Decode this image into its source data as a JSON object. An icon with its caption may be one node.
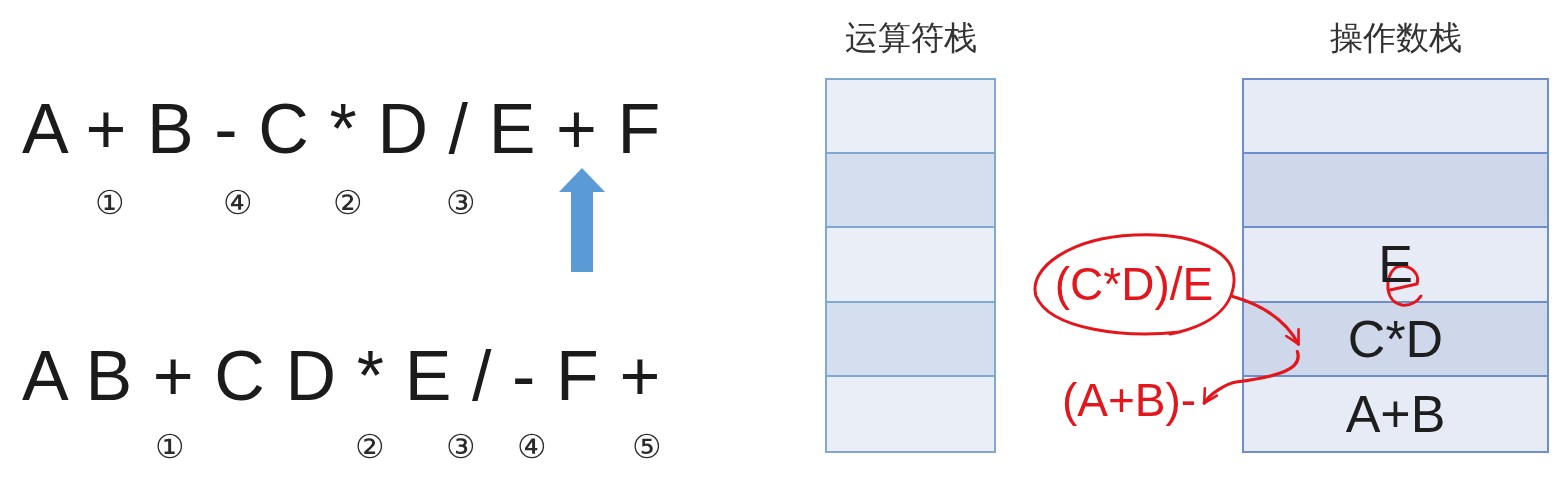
{
  "diagram": {
    "nodes": [
      {
        "text": [
          "A + B - C * D / E + F"
        ]
      },
      {
        "text": [
          "运算符栈"
        ]
      },
      {
        "text": [],
        "shape": "box",
        "in": 1
      },
      {
        "text": [],
        "shape": "box",
        "in": 1
      },
      {
        "text": [],
        "shape": "box",
        "in": 1
      },
      {
        "text": [],
        "shape": "box",
        "in": 1
      },
      {
        "text": [],
        "shape": "box",
        "in": 1
      },
      {
        "text": [
          "操作数栈"
        ]
      },
      {
        "text": [],
        "shape": "box",
        "in": 7
      },
      {
        "text": [],
        "shape": "box",
        "in": 7
      },
      {
        "text": [
          "E"
        ],
        "in": 7
      },
      {
        "text": [
          "C*D"
        ],
        "in": 7
      },
      {
        "text": [
          "A+B"
        ],
        "in": 7
      },
      {
        "text": [
          "(C*D)/E"
        ]
      },
      {
        "text": [
          "(A+B)-"
        ]
      }
    ],
    "edges": [
      {
        "from": null,
        "to": 0,
        "arrow": "to",
        "style": "thick",
        "color": "#5b9bd5"
      },
      {
        "from": 13,
        "to": 11,
        "arrow": "to"
      },
      {
        "from": 11,
        "to": 14,
        "arrow": "to"
      }
    ],
    "labels": [
      "①",
      "④",
      "②",
      "③",
      "A B + C D * E / - F +",
      "①",
      "②",
      "③",
      "④",
      "⑤"
    ]
  }
}
